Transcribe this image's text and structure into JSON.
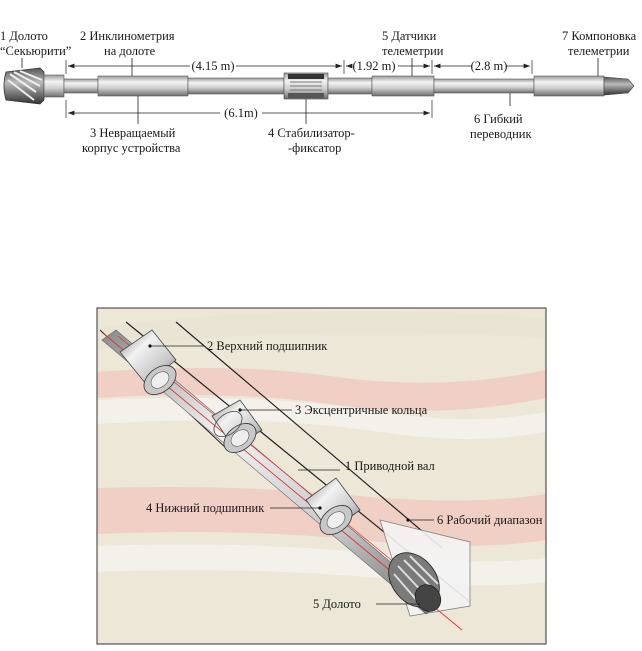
{
  "top_diagram": {
    "labels": {
      "l1a": "1  Долото",
      "l1b": "“Секьюрити”",
      "l2a": "2  Инклинометрия",
      "l2b": "на долоте",
      "l3a": "3  Невращаемый",
      "l3b": "корпус устройства",
      "l4a": "4  Стабилизатор-",
      "l4b": "-фиксатор",
      "l5a": "5  Датчики",
      "l5b": "телеметрии",
      "l6a": "6  Гибкий",
      "l6b": "переводник",
      "l7a": "7  Компоновка",
      "l7b": "телеметрии"
    },
    "dimensions": {
      "d1": "(4.15 m)",
      "d2": "(1.92 m)",
      "d3": "(2.8 m)",
      "d4": "(6.1m)"
    }
  },
  "bottom_diagram": {
    "labels": {
      "b1": "1  Приводной вал",
      "b2": "2  Верхний подшипник",
      "b3": "3  Эксцентричные кольца",
      "b4": "4  Нижний подшипник",
      "b5": "5  Долото",
      "b6": "6  Рабочий диапазон"
    },
    "colors": {
      "rock_background": "#ece7d7",
      "strata_pink": "#f0cfc4",
      "strata_light": "#f4f0ea",
      "frame": "#333333"
    }
  }
}
